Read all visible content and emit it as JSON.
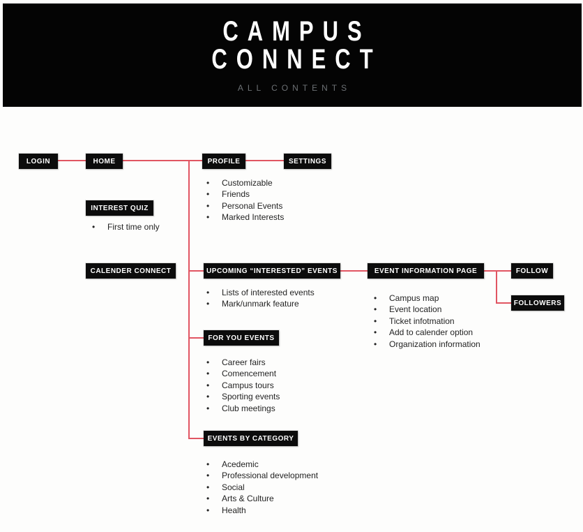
{
  "header": {
    "title_line1": "CAMPUS",
    "title_line2": "CONNECT",
    "subtitle": "ALL CONTENTS"
  },
  "colors": {
    "header_bg": "#040404",
    "node_bg": "#0c0c0c",
    "node_text": "#ffffff",
    "connector": "#e15562",
    "subtitle_text": "#6d7175",
    "body_text": "#232323"
  },
  "nodes": {
    "login": {
      "label": "LOGIN"
    },
    "home": {
      "label": "HOME"
    },
    "profile": {
      "label": "PROFILE"
    },
    "settings": {
      "label": "SETTINGS"
    },
    "interest_quiz": {
      "label": "INTEREST QUIZ"
    },
    "calender_connect": {
      "label": "CALENDER CONNECT"
    },
    "upcoming_events": {
      "label": "UPCOMING “INTERESTED” EVENTS"
    },
    "event_info": {
      "label": "EVENT INFORMATION PAGE"
    },
    "follow": {
      "label": "FOLLOW"
    },
    "followers": {
      "label": "FOLLOWERS"
    },
    "for_you": {
      "label": "FOR YOU EVENTS"
    },
    "events_by_category": {
      "label": "EVENTS BY CATEGORY"
    }
  },
  "lists": {
    "profile": [
      "Customizable",
      "Friends",
      "Personal Events",
      "Marked Interests"
    ],
    "interest_quiz": [
      "First time only"
    ],
    "upcoming_events": [
      "Lists of interested events",
      "Mark/unmark feature"
    ],
    "event_info": [
      "Campus map",
      "Event location",
      "Ticket infotmation",
      "Add to calender option",
      "Organization information"
    ],
    "for_you": [
      "Career fairs",
      "Comencement",
      "Campus tours",
      "Sporting events",
      "Club meetings"
    ],
    "events_by_category": [
      "Acedemic",
      "Professional development",
      "Social",
      "Arts & Culture",
      "Health"
    ]
  }
}
